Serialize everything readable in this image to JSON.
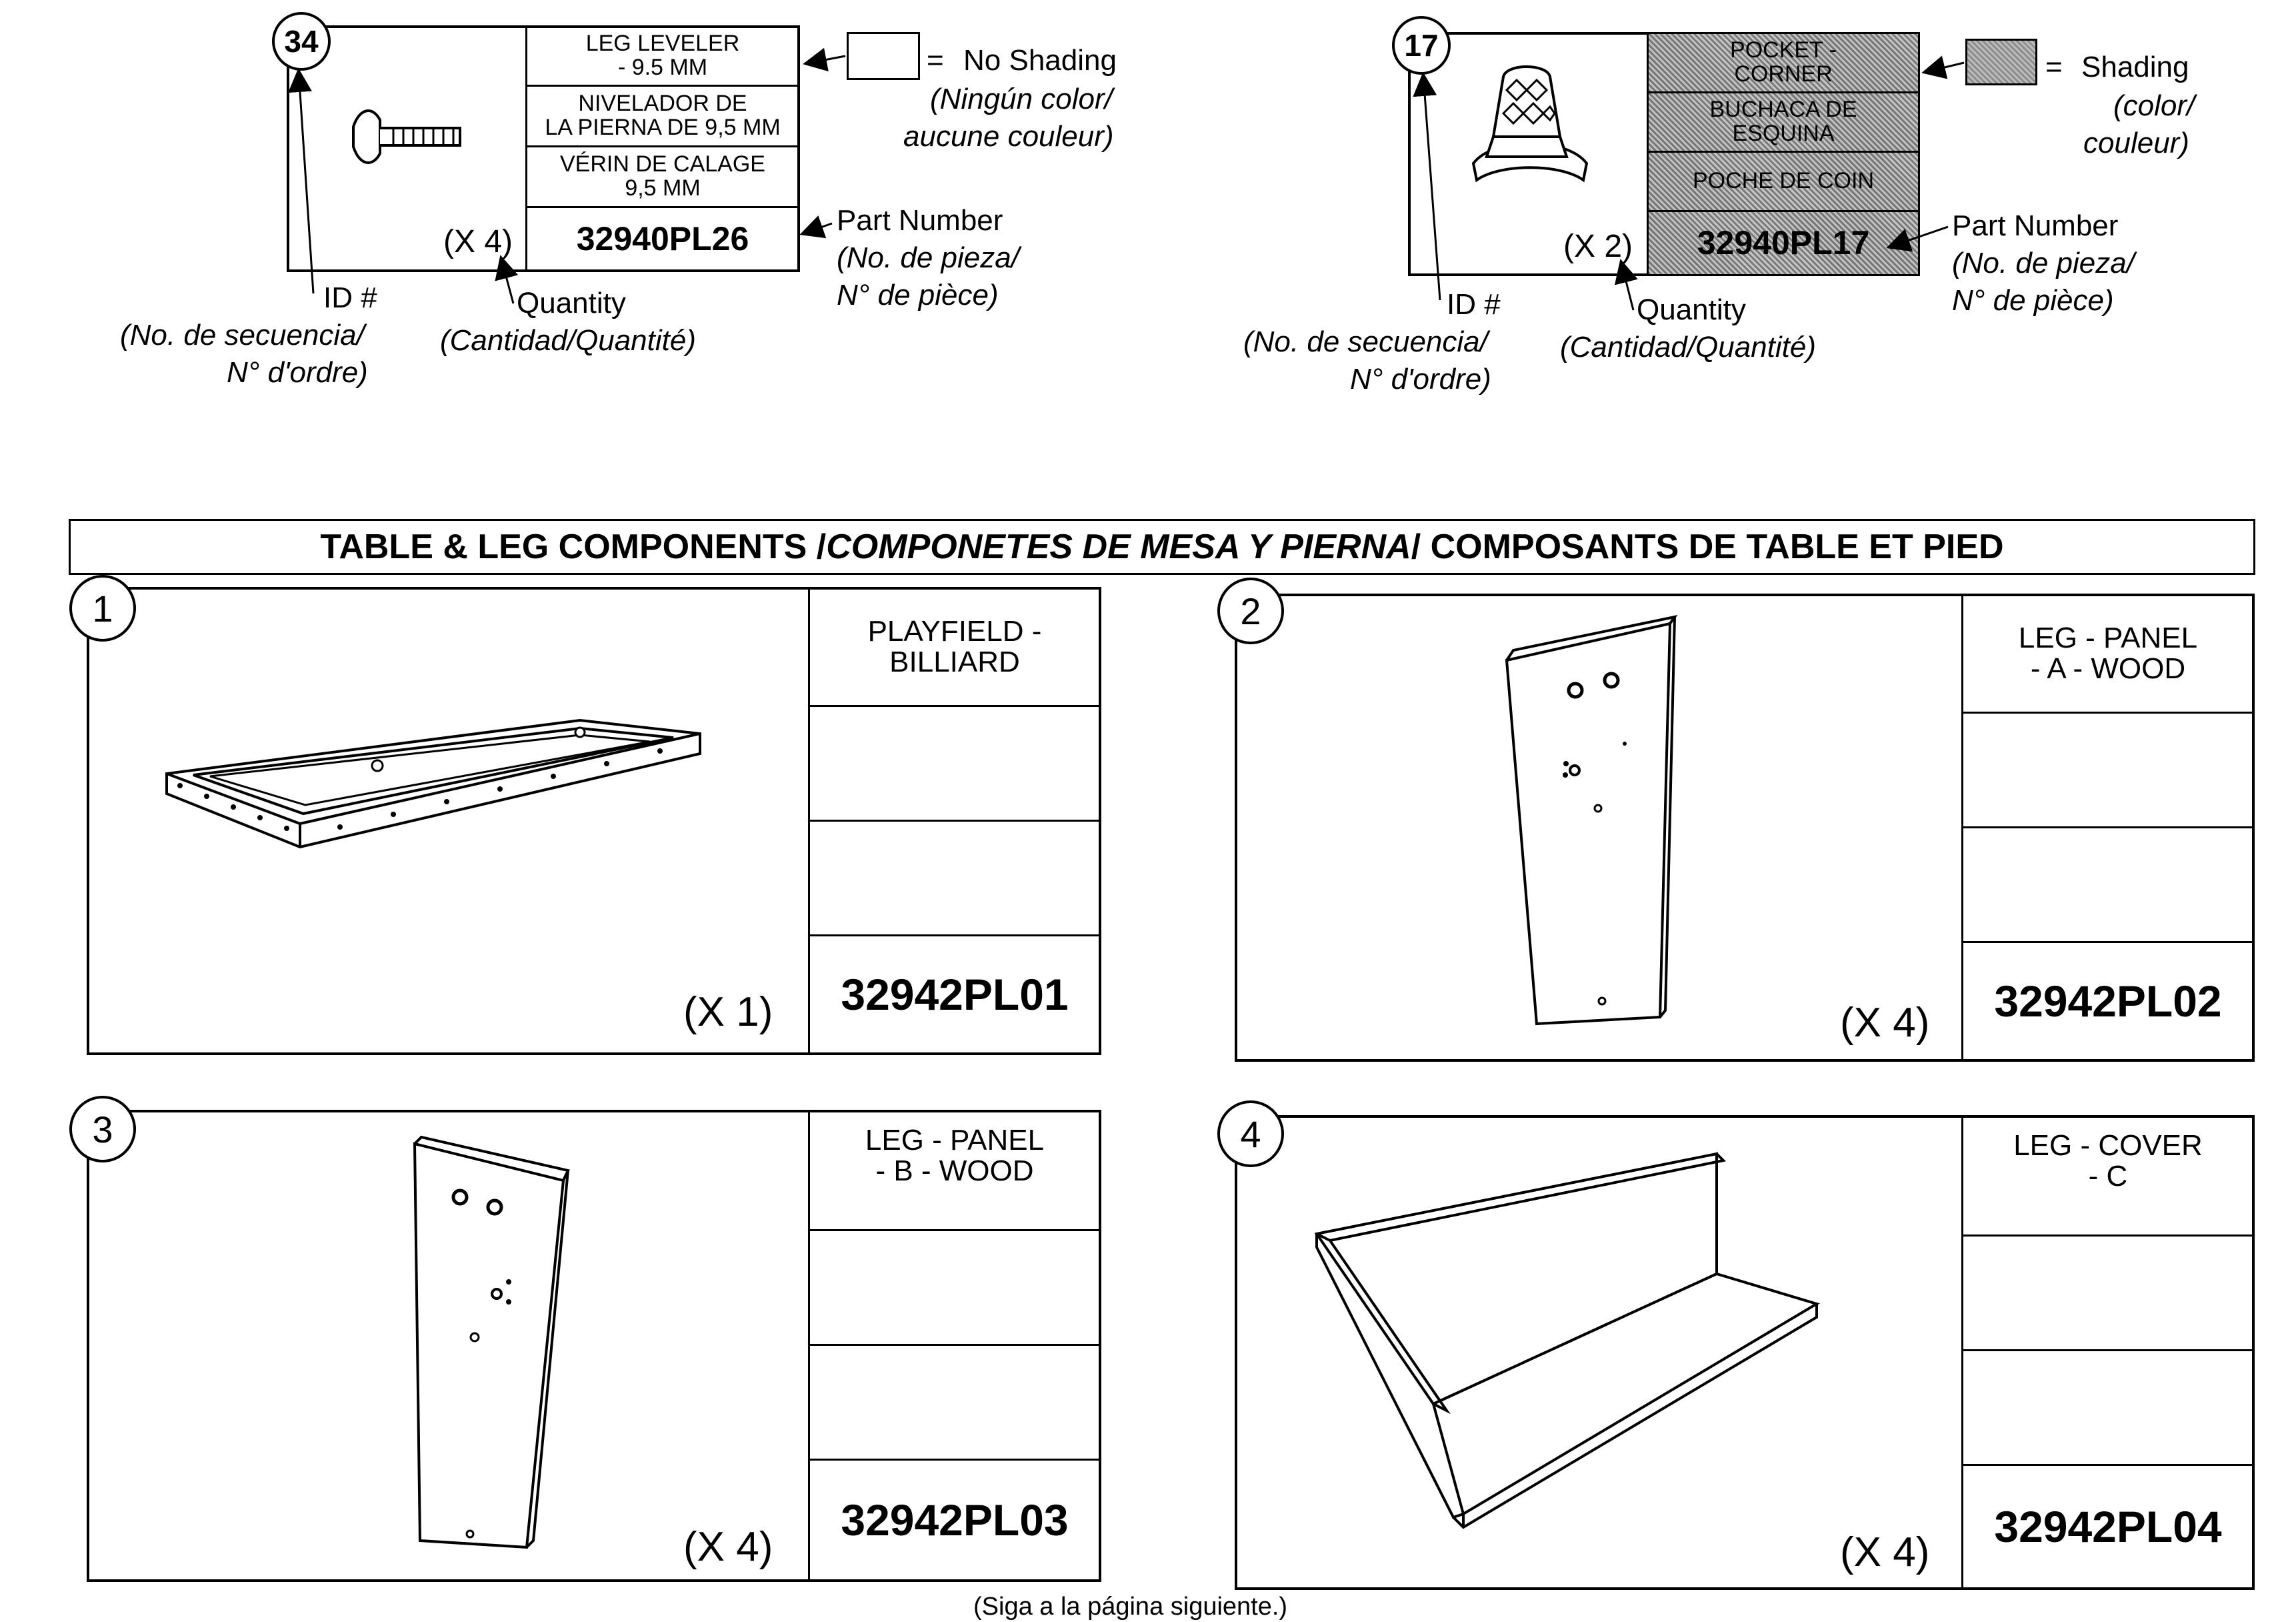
{
  "legend_left": {
    "id": "34",
    "desc": [
      "LEG LEVELER",
      "- 9.5 MM"
    ],
    "desc_es": [
      "NIVELADOR DE",
      "LA PIERNA DE 9,5 MM"
    ],
    "desc_fr": [
      "VÉRIN DE CALAGE",
      "9,5 MM"
    ],
    "qty": "(X 4)",
    "part": "32940PL26",
    "swatch_eq": "= ",
    "swatch_label": "No Shading",
    "swatch_label_2": "(Ningún color/",
    "swatch_label_3": "aucune couleur)",
    "pn_label": "Part Number",
    "pn_label_2": "(No. de pieza/",
    "pn_label_3": "N° de pièce)",
    "id_label": "ID #",
    "id_label_2": "(No. de secuencia/",
    "id_label_3": "N° d'ordre)",
    "qty_label": "Quantity",
    "qty_label_2": "(Cantidad/Quantité)"
  },
  "legend_right": {
    "id": "17",
    "desc": [
      "POCKET -",
      "CORNER"
    ],
    "desc_es": [
      "BUCHACA DE",
      "ESQUINA"
    ],
    "desc_fr": [
      "POCHE DE COIN"
    ],
    "qty": "(X 2)",
    "part": "32940PL17",
    "swatch_eq": "= ",
    "swatch_label": "Shading",
    "swatch_label_2": "(color/",
    "swatch_label_3": "couleur)",
    "pn_label": "Part Number",
    "pn_label_2": "(No. de pieza/",
    "pn_label_3": "N° de pièce)",
    "id_label": "ID #",
    "id_label_2": "(No. de secuencia/",
    "id_label_3": "N° d'ordre)",
    "qty_label": "Quantity",
    "qty_label_2": "(Cantidad/Quantité)"
  },
  "section_title": {
    "en": "TABLE & LEG COMPONENTS / ",
    "es": "COMPONETES DE MESA Y PIERNA",
    "fr": " / COMPOSANTS DE TABLE ET PIED"
  },
  "parts": [
    {
      "id": "1",
      "name": [
        "PLAYFIELD -",
        "BILLIARD"
      ],
      "qty": "(X 1)",
      "part": "32942PL01"
    },
    {
      "id": "2",
      "name": [
        "LEG  -  PANEL",
        "- A - WOOD"
      ],
      "qty": "(X 4)",
      "part": "32942PL02"
    },
    {
      "id": "3",
      "name": [
        "LEG -  PANEL",
        "- B - WOOD"
      ],
      "qty": "(X 4)",
      "part": "32942PL03"
    },
    {
      "id": "4",
      "name": [
        "LEG - COVER",
        "- C"
      ],
      "qty": "(X 4)",
      "part": "32942PL04"
    }
  ],
  "footer": "(Siga a la página siguiente.)"
}
